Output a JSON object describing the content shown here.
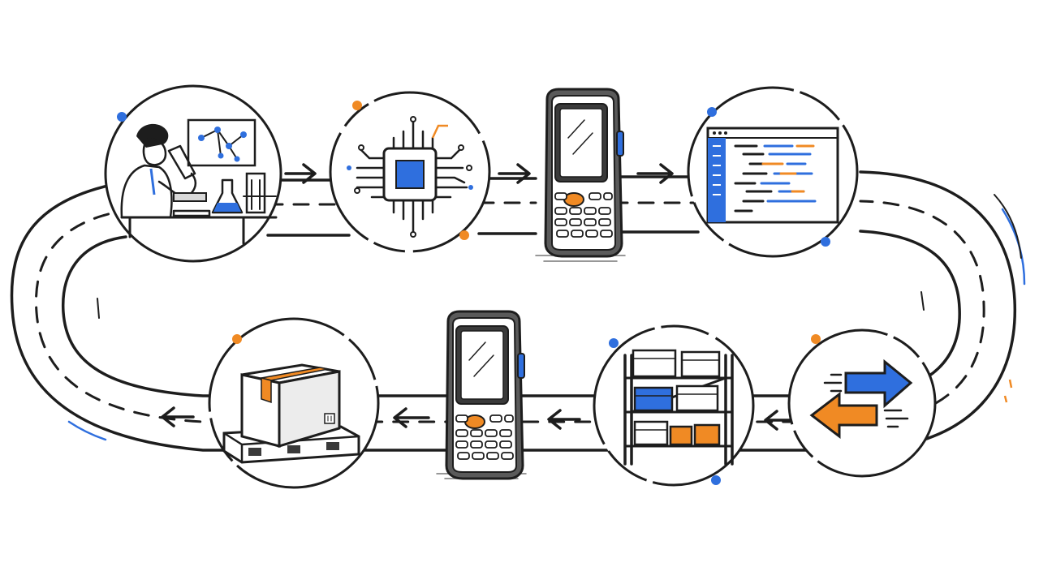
{
  "palette": {
    "ink": "#1d1d1d",
    "blue": "#2f6fde",
    "orange": "#f08a24",
    "paper": "#ffffff",
    "shade": "#d9d9d9"
  },
  "flow": {
    "direction_top": "left-to-right",
    "direction_bottom": "right-to-left",
    "loop": "closed-road"
  },
  "nodes": [
    {
      "id": "research",
      "icon": "scientist-microscope-icon"
    },
    {
      "id": "chip",
      "icon": "microchip-icon"
    },
    {
      "id": "scanner-top",
      "icon": "handheld-scanner-icon"
    },
    {
      "id": "software",
      "icon": "code-window-icon"
    },
    {
      "id": "exchange",
      "icon": "swap-arrows-icon"
    },
    {
      "id": "warehouse",
      "icon": "warehouse-shelf-icon"
    },
    {
      "id": "scanner-bottom",
      "icon": "handheld-scanner-icon"
    },
    {
      "id": "shipment",
      "icon": "box-on-pallet-icon"
    }
  ]
}
